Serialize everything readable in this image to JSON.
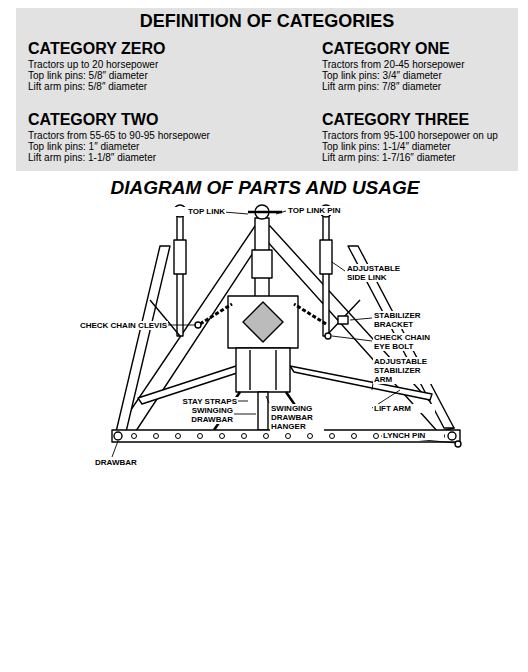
{
  "diagram": {
    "nodes": [
      {
        "text": [
          "DEFINITION OF CATEGORIES",
          "CATEGORY ZERO",
          "Tractors up to 20 horsepower",
          "Top link pins: 5/8″ diameter",
          "Lift arm pins: 5/8″ diameter",
          "CATEGORY ONE",
          "Tractors from 20-45 horsepower",
          "Top link pins: 3/4″ diameter",
          "Lift arm pins: 7/8″ diameter",
          "CATEGORY TWO",
          "Tractors from 55-65 to 90-95 horsepower",
          "Top link pins: 1″ diameter",
          "Lift arm pins: 1-1/8″ diameter",
          "CATEGORY THREE",
          "Tractors from 95-100 horsepower on up",
          "Top link pins: 1-1/4″ diameter",
          "Lift arm pins: 1-7/16″ diameter"
        ]
      }
    ],
    "labels": [
      "DIAGRAM OF PARTS AND USAGE",
      "TOP LINK",
      "TOP LINK PIN",
      "ADJUSTABLE SIDE LINK",
      "CHECK CHAIN CLEVIS",
      "STABILIZER BRACKET",
      "CHECK CHAIN EYE BOLT",
      "ADJUSTABLE STABILIZER ARM",
      "LIFT ARM",
      "STAY STRAPS",
      "SWINGING DRAWBAR",
      "SWINGING DRAWBAR HANGER",
      "LYNCH PIN",
      "DRAWBAR"
    ]
  }
}
